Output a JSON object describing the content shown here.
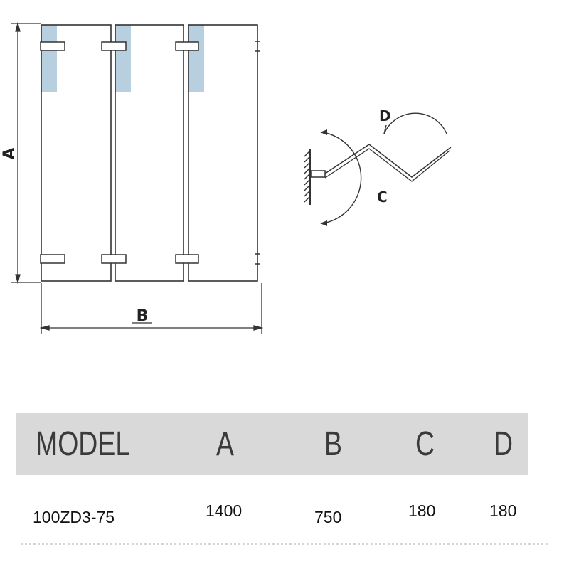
{
  "diagram": {
    "label_a": "A",
    "label_b": "B",
    "label_c": "C",
    "label_d": "D"
  },
  "table": {
    "headers": [
      "MODEL",
      "A",
      "B",
      "C",
      "D"
    ],
    "row": [
      "100ZD3-75",
      "1400",
      "750",
      "180",
      "180"
    ]
  },
  "colors": {
    "hinge_highlight": "#b8cfe0",
    "line": "#333333",
    "header_bg": "#d9d9d9"
  }
}
